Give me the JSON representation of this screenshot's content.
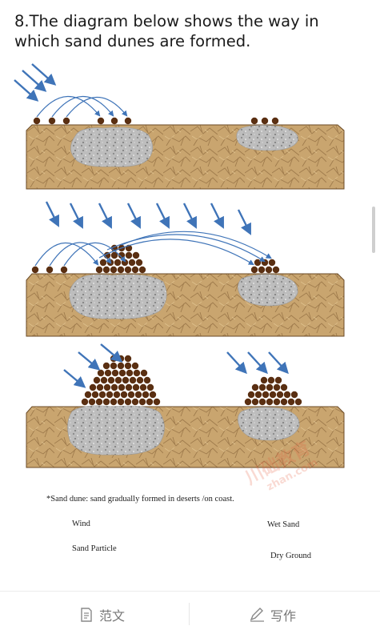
{
  "question": "8.The diagram below shows the way in which sand dunes are formed.",
  "legend": {
    "note": "*Sand dune: sand gradually formed in deserts /on coast.",
    "wind": "Wind",
    "particle": "Sand Particle",
    "wet_sand": "Wet Sand",
    "dry_ground": "Dry Ground"
  },
  "watermark": {
    "line1": "川础教育",
    "line2": "zhan.com"
  },
  "bottom_bar": {
    "left_label": "范文",
    "right_label": "写作"
  },
  "colors": {
    "ground": "#c9a56f",
    "ground_dark": "#7a5a32",
    "wet_sand": "#bdbdbd",
    "particle": "#5a2f12",
    "wind": "#3f74b8"
  }
}
